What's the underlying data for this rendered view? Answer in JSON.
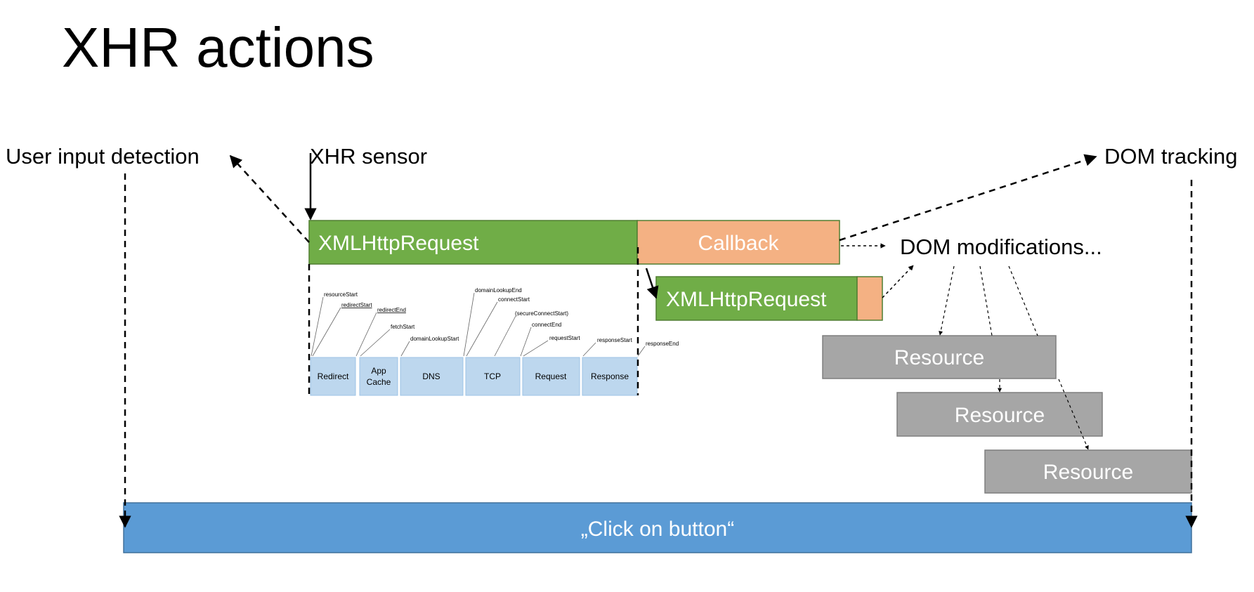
{
  "title": "XHR actions",
  "labels": {
    "user_input": "User input detection",
    "xhr_sensor": "XHR sensor",
    "dom_tracking": "DOM tracking",
    "dom_mods": "DOM modifications..."
  },
  "boxes": {
    "xhr_main": "XMLHttpRequest",
    "callback": "Callback",
    "xhr_second": "XMLHttpRequest",
    "resource1": "Resource",
    "resource2": "Resource",
    "resource3": "Resource",
    "click": "„Click on button“"
  },
  "timing": {
    "phases": [
      "Redirect",
      "App Cache",
      "DNS",
      "TCP",
      "Request",
      "Response"
    ],
    "timestamps": [
      "resourceStart",
      "redirectStart",
      "redirectEnd",
      "fetchStart",
      "domainLookupStart",
      "domainLookupEnd",
      "connectStart",
      "(secureConnectStart)",
      "connectEnd",
      "requestStart",
      "responseStart",
      "responseEnd"
    ]
  },
  "colors": {
    "green": "#70ad47",
    "orange": "#f4b183",
    "gray": "#a6a6a6",
    "blue": "#5b9bd5",
    "light_blue": "#bdd7ee"
  }
}
